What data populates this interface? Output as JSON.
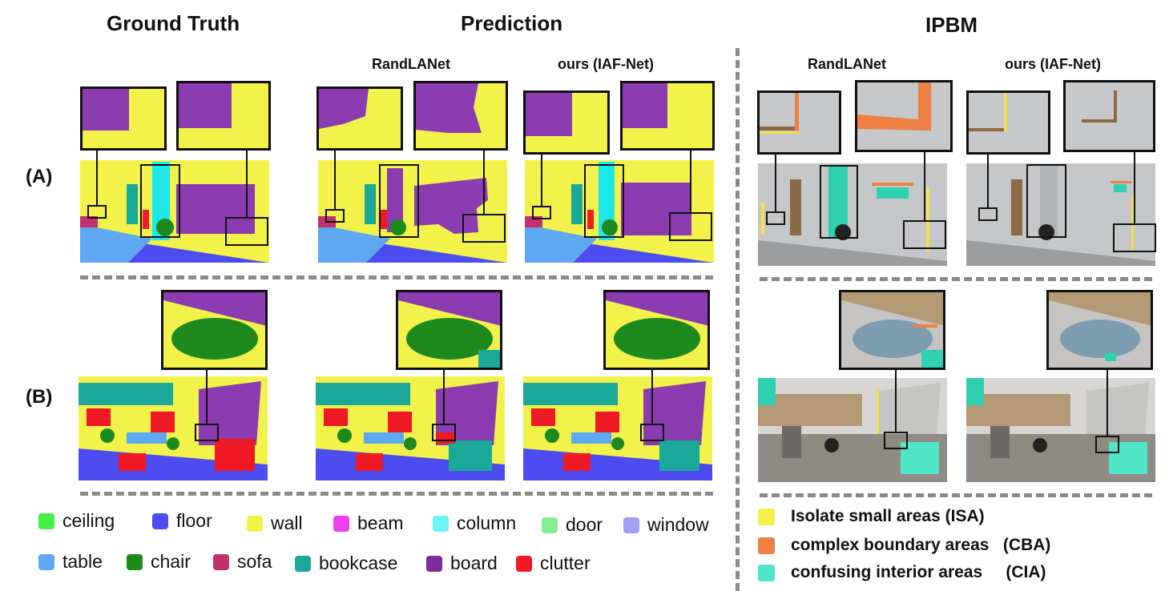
{
  "headers": {
    "ground_truth": "Ground Truth",
    "prediction": "Prediction",
    "ipbm": "IPBM"
  },
  "subheaders": {
    "pred_randlanet": "RandLANet",
    "pred_ours": "ours (IAF-Net)",
    "ipbm_randlanet": "RandLANet",
    "ipbm_ours": "ours (IAF-Net)"
  },
  "rows": {
    "a": "(A)",
    "b": "(B)"
  },
  "legend_classes": [
    {
      "label": "ceiling",
      "color": "#44f044"
    },
    {
      "label": "floor",
      "color": "#4c4cf0"
    },
    {
      "label": "wall",
      "color": "#f2f24a"
    },
    {
      "label": "beam",
      "color": "#f040f0"
    },
    {
      "label": "column",
      "color": "#6af6f6"
    },
    {
      "label": "door",
      "color": "#86ee94"
    },
    {
      "label": "window",
      "color": "#a0a0f4"
    },
    {
      "label": "table",
      "color": "#5ea8f2"
    },
    {
      "label": "chair",
      "color": "#1e8a1e"
    },
    {
      "label": "sofa",
      "color": "#c2306e"
    },
    {
      "label": "bookcase",
      "color": "#1aa898"
    },
    {
      "label": "board",
      "color": "#7c2c9c"
    },
    {
      "label": "clutter",
      "color": "#f01a26"
    }
  ],
  "legend_ipbm": [
    {
      "label": "Isolate small areas (ISA)",
      "color": "#f6f04a"
    },
    {
      "label": "complex boundary areas   (CBA)",
      "color": "#ee8044"
    },
    {
      "label": "confusing interior areas     (CIA)",
      "color": "#4ee6c6"
    }
  ]
}
